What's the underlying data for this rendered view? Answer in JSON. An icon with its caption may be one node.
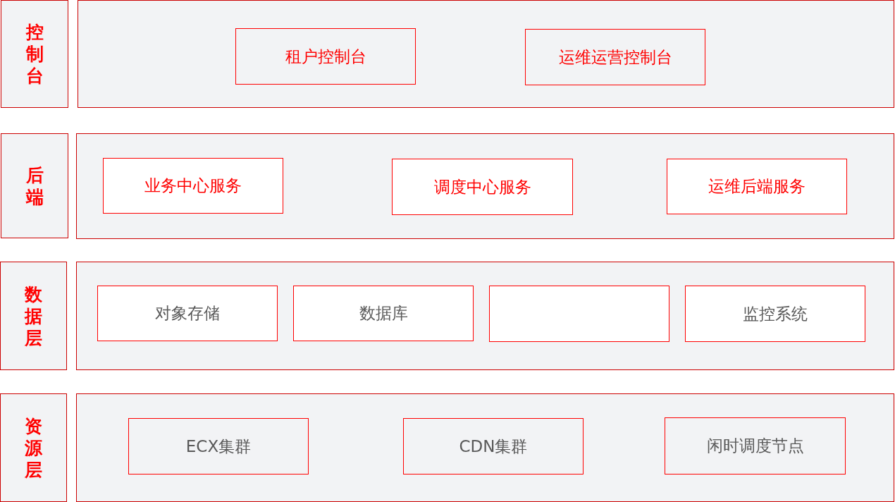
{
  "diagram": {
    "nodes": [
      {
        "text": [
          "控制台"
        ]
      },
      {
        "text": [],
        "shape": "box"
      },
      {
        "text": [
          "租户控制台"
        ],
        "in": 1
      },
      {
        "text": [
          "运维运营控制台"
        ],
        "in": 1
      },
      {
        "text": [
          "后端"
        ]
      },
      {
        "text": [],
        "shape": "box"
      },
      {
        "text": [
          "业务中心服务"
        ],
        "in": 5
      },
      {
        "text": [
          "调度中心服务"
        ],
        "in": 5
      },
      {
        "text": [
          "运维后端服务"
        ],
        "in": 5
      },
      {
        "text": [
          "数据层"
        ]
      },
      {
        "text": [],
        "shape": "box"
      },
      {
        "text": [
          "对象存储"
        ],
        "in": 10
      },
      {
        "text": [
          "数据库"
        ],
        "in": 10
      },
      {
        "text": [],
        "shape": "box",
        "in": 10
      },
      {
        "text": [
          "监控系统"
        ],
        "in": 10
      },
      {
        "text": [
          "资源层"
        ]
      },
      {
        "text": [],
        "shape": "box"
      },
      {
        "text": [
          "ECX集群"
        ],
        "in": 16
      },
      {
        "text": [
          "CDN集群"
        ],
        "in": 16
      },
      {
        "text": [
          "闲时调度节点"
        ],
        "in": 16
      }
    ]
  }
}
